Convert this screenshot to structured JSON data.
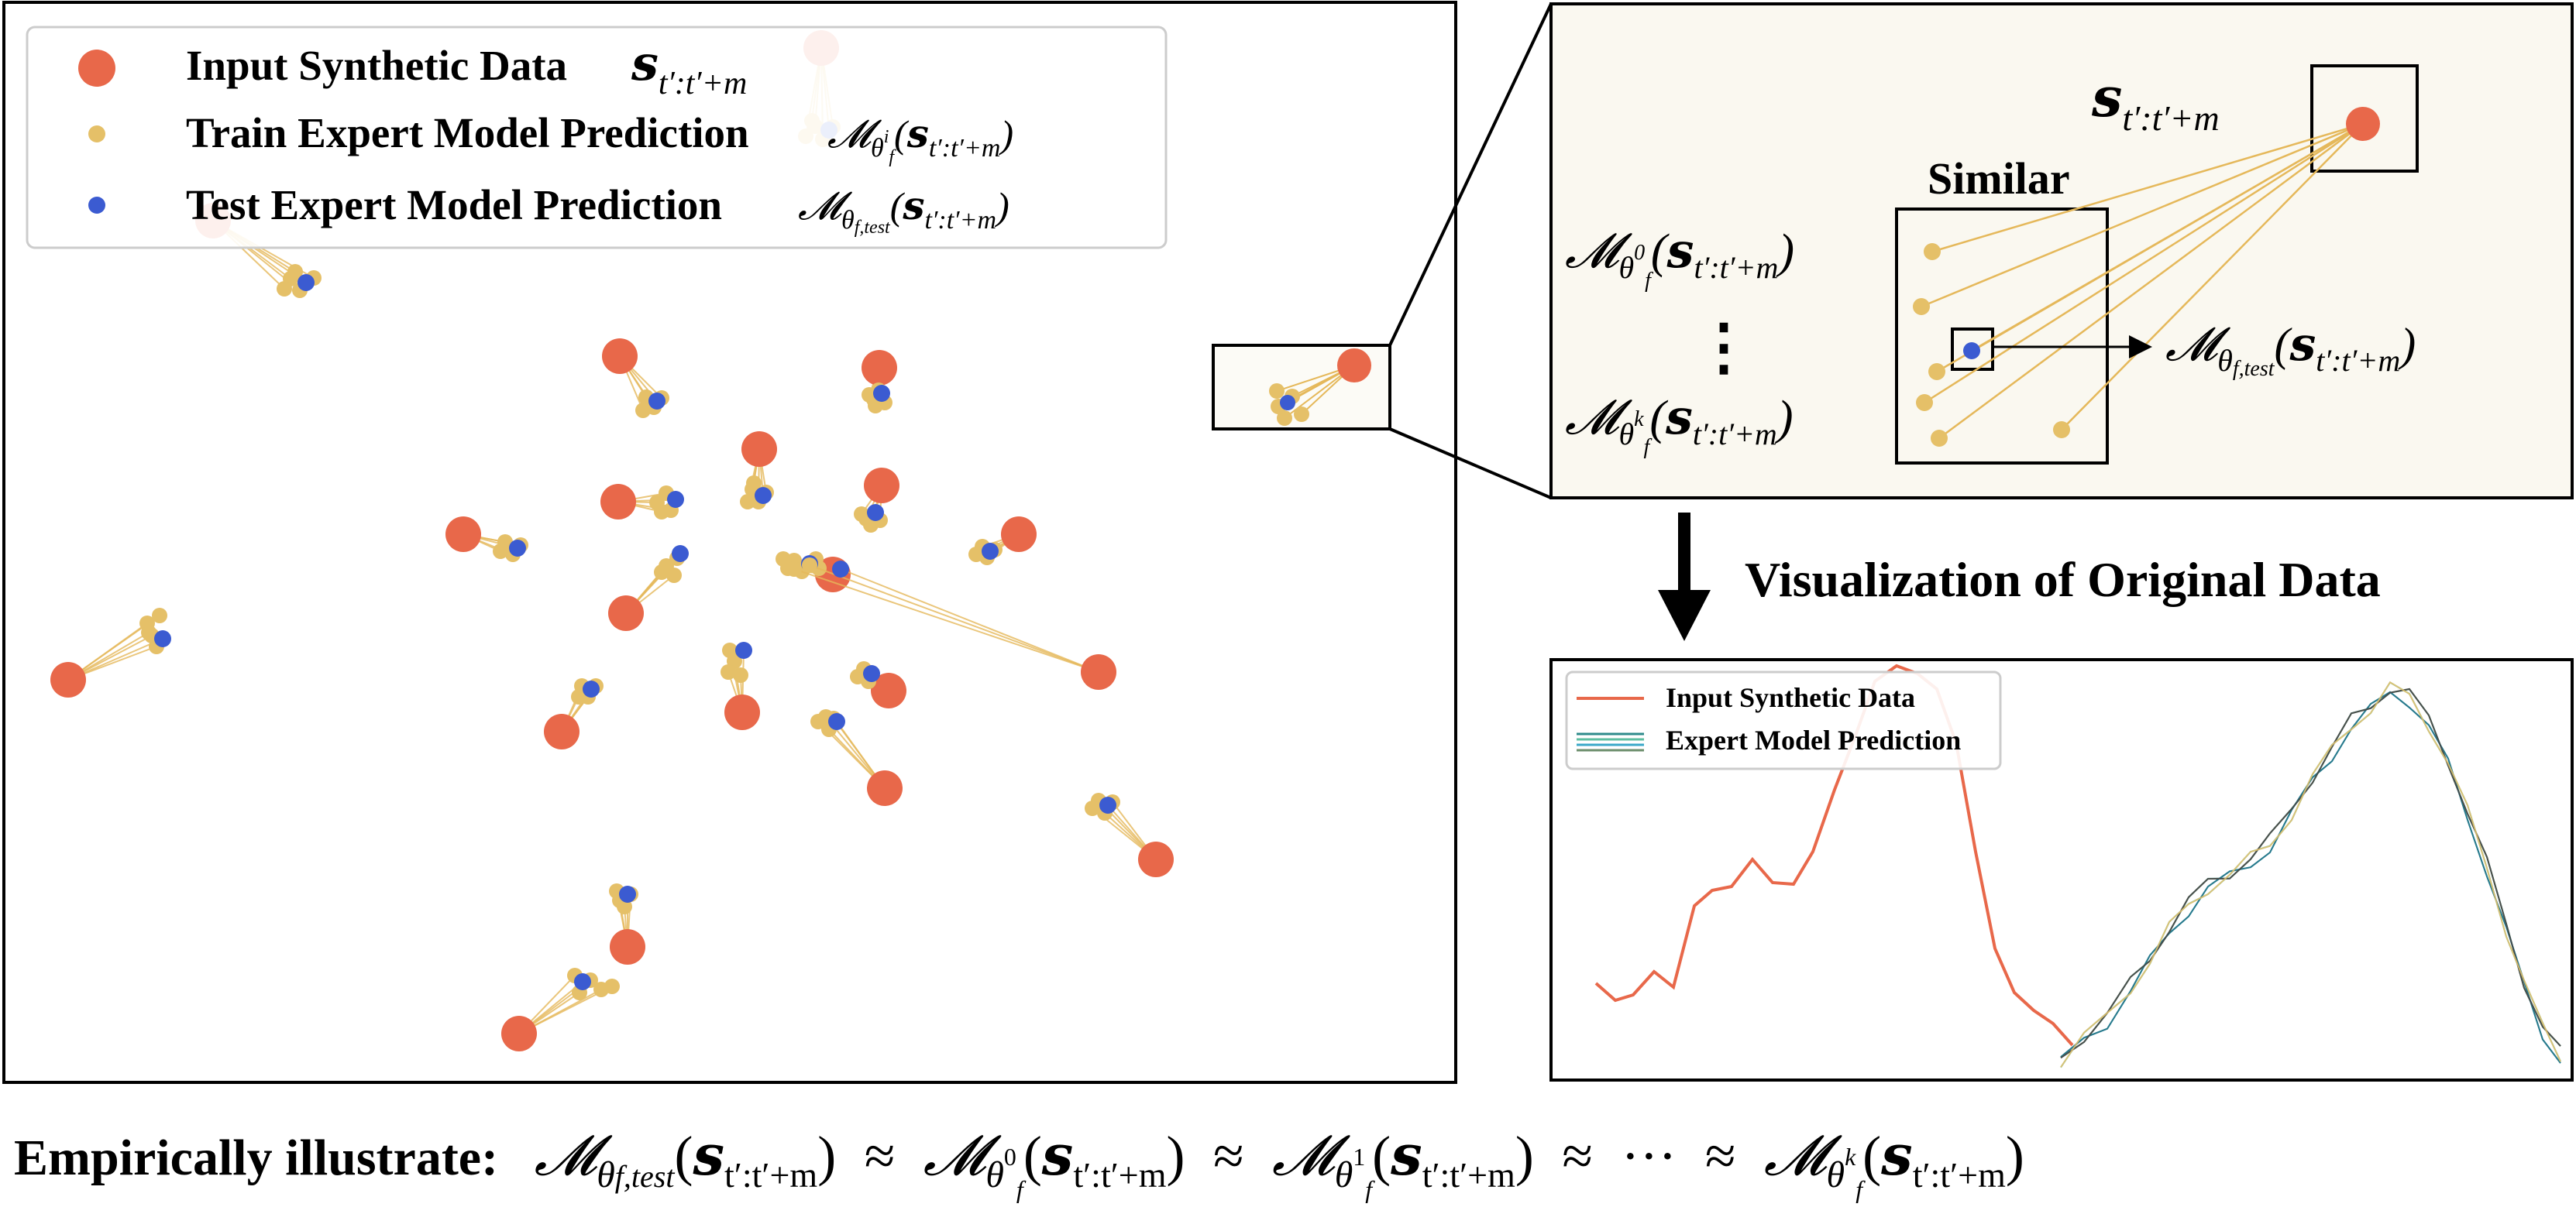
{
  "legend": {
    "input": "Input Synthetic Data",
    "train": "Train Expert Model Prediction",
    "test": "Test Expert Model Prediction"
  },
  "zoom": {
    "similar": "Similar",
    "dots": "⋮"
  },
  "arrow_label": "Visualization of Original Data",
  "line_legend": {
    "input": "Input Synthetic Data",
    "expert": "Expert Model Prediction"
  },
  "bottom": {
    "prefix": "Empirically illustrate:",
    "approx": "≈",
    "cdots": "···"
  },
  "math": {
    "M": "𝓜",
    "s": "𝒔",
    "sub_window": "t′:t′+m",
    "theta": "θ",
    "f": "f",
    "f_test": "f,test",
    "i": "i",
    "zero": "0",
    "one": "1",
    "k": "k",
    "lparen": "(",
    "rparen": ")"
  },
  "colors": {
    "input": "#E8684A",
    "train": "#E5C068",
    "test": "#3B5BD1",
    "link": "#E5B85A",
    "panel_bg": "#FAF8F0"
  }
}
